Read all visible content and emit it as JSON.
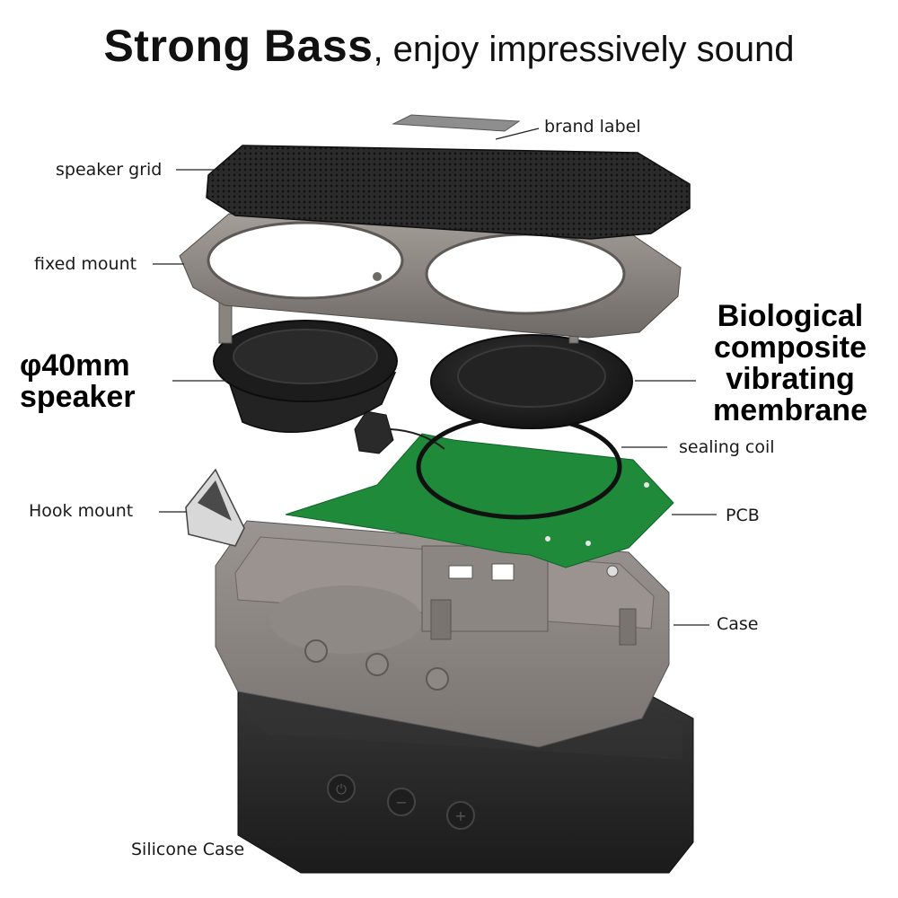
{
  "title": {
    "strong": "Strong Bass",
    "rest": ", enjoy impressively sound"
  },
  "labels": {
    "brand_label": "brand label",
    "speaker_grid": "speaker grid",
    "fixed_mount": "fixed mount",
    "speaker_line1": "φ40mm",
    "speaker_line2": "speaker",
    "membrane_line1": "Biological",
    "membrane_line2": "composite",
    "membrane_line3": "vibrating",
    "membrane_line4": "membrane",
    "sealing_coil": "sealing coil",
    "hook_mount": "Hook mount",
    "pcb": "PCB",
    "case": "Case",
    "silicone_case": "Silicone Case"
  },
  "colors": {
    "grid": "#2a2a2a",
    "metal": "#8c8580",
    "metal_dark": "#5e5956",
    "pcb": "#1f8a3a",
    "case": "#8a8481",
    "silicone": "#262626",
    "membrane": "#1c1c1c"
  }
}
